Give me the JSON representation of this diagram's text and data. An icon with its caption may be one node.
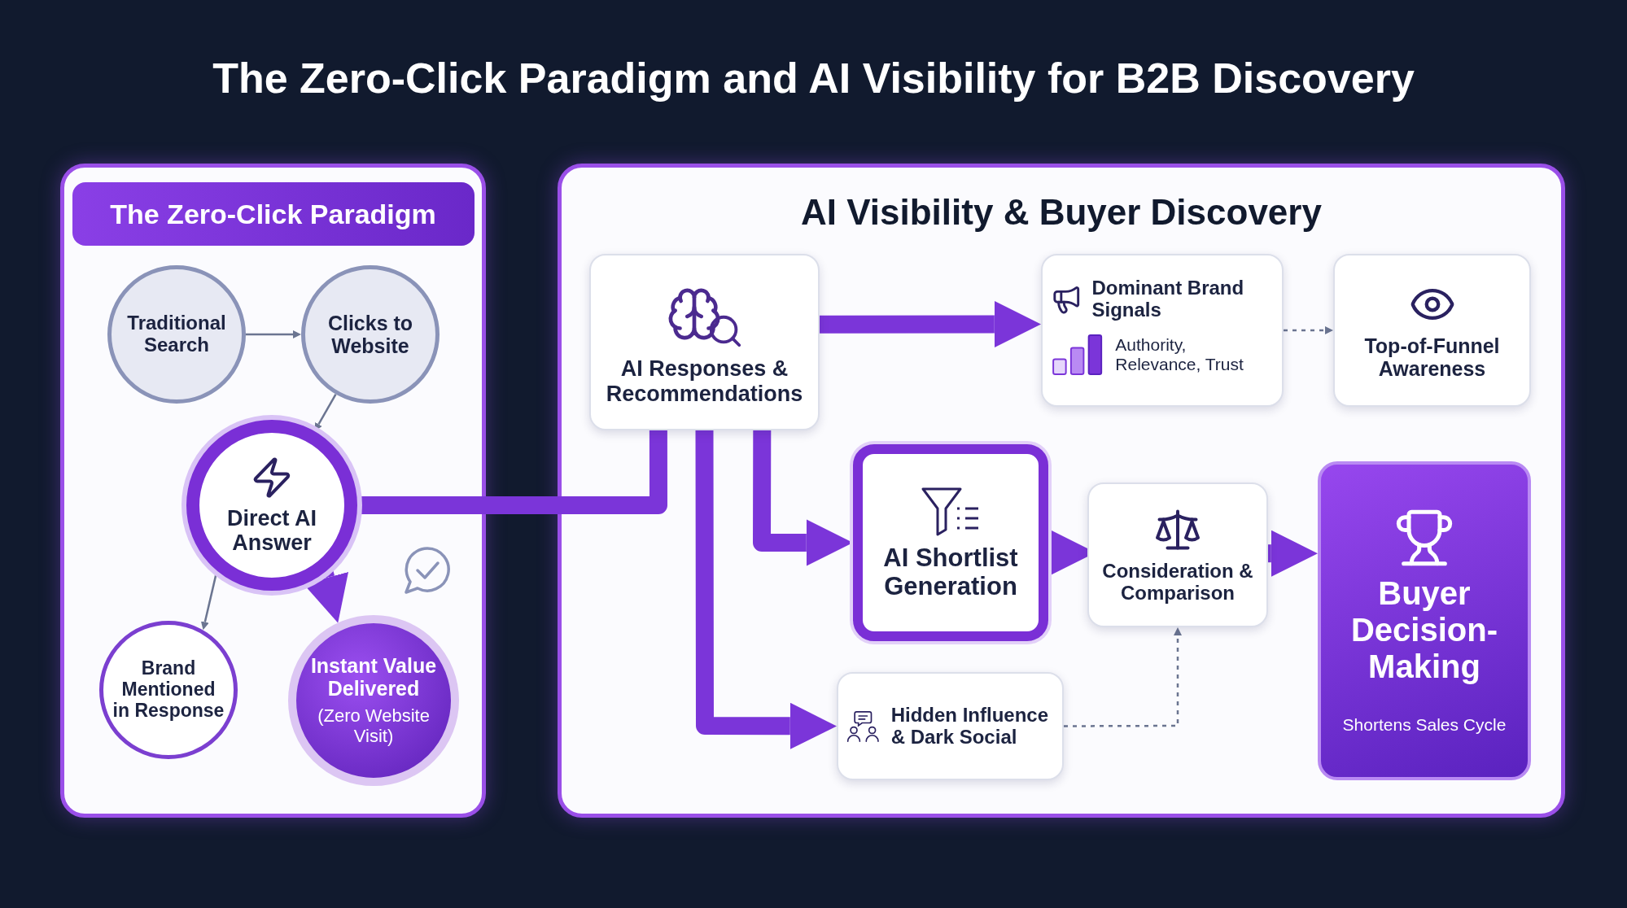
{
  "diagram": {
    "title": "The Zero-Click Paradigm and AI Visibility for B2B Discovery",
    "nodes": [
      {
        "text": [
          "The Zero-Click Paradigm"
        ]
      },
      {
        "text": [
          "Traditional Search"
        ],
        "in": 0
      },
      {
        "text": [
          "Clicks to Website"
        ],
        "in": 0
      },
      {
        "text": [
          "Direct AI Answer"
        ],
        "in": 0
      },
      {
        "text": [
          "Brand Mentioned in Response"
        ],
        "in": 0
      },
      {
        "text": [
          "Instant Value Delivered",
          "(Zero Website Visit)"
        ],
        "in": 0
      },
      {
        "text": [
          "AI Visibility & Buyer Discovery"
        ]
      },
      {
        "text": [
          "AI Responses & Recommendations"
        ],
        "in": 6
      },
      {
        "text": [
          "Dominant Brand Signals",
          "Authority, Relevance, Trust"
        ],
        "in": 6
      },
      {
        "text": [
          "Top-of-Funnel Awareness"
        ],
        "in": 6
      },
      {
        "text": [
          "AI Shortlist Generation"
        ],
        "in": 6
      },
      {
        "text": [
          "Consideration & Comparison"
        ],
        "in": 6
      },
      {
        "text": [
          "Buyer Decision-Making",
          "Shortens Sales Cycle"
        ],
        "in": 6
      },
      {
        "text": [
          "Hidden Influence & Dark Social"
        ],
        "in": 6
      }
    ],
    "edges": [
      {
        "from": 1,
        "to": 2,
        "arrow": "to",
        "color": "#6b7591"
      },
      {
        "from": 2,
        "to": 3,
        "arrow": "to",
        "color": "#6b7591"
      },
      {
        "from": 3,
        "to": 4,
        "arrow": "to",
        "color": "#6b7591"
      },
      {
        "from": 3,
        "to": 5,
        "arrow": "to"
      },
      {
        "from": 3,
        "to": 7,
        "arrow": "none"
      },
      {
        "from": 7,
        "to": 8,
        "arrow": "to"
      },
      {
        "from": 8,
        "to": 9,
        "arrow": "to",
        "style": "dashed",
        "color": "#6b7591"
      },
      {
        "from": 7,
        "to": 10,
        "arrow": "to"
      },
      {
        "from": 7,
        "to": 13,
        "arrow": "to"
      },
      {
        "from": 10,
        "to": 11,
        "arrow": "to"
      },
      {
        "from": 11,
        "to": 12,
        "arrow": "to"
      },
      {
        "from": 13,
        "to": 11,
        "arrow": "to",
        "style": "dashed",
        "color": "#6b7591"
      }
    ]
  }
}
